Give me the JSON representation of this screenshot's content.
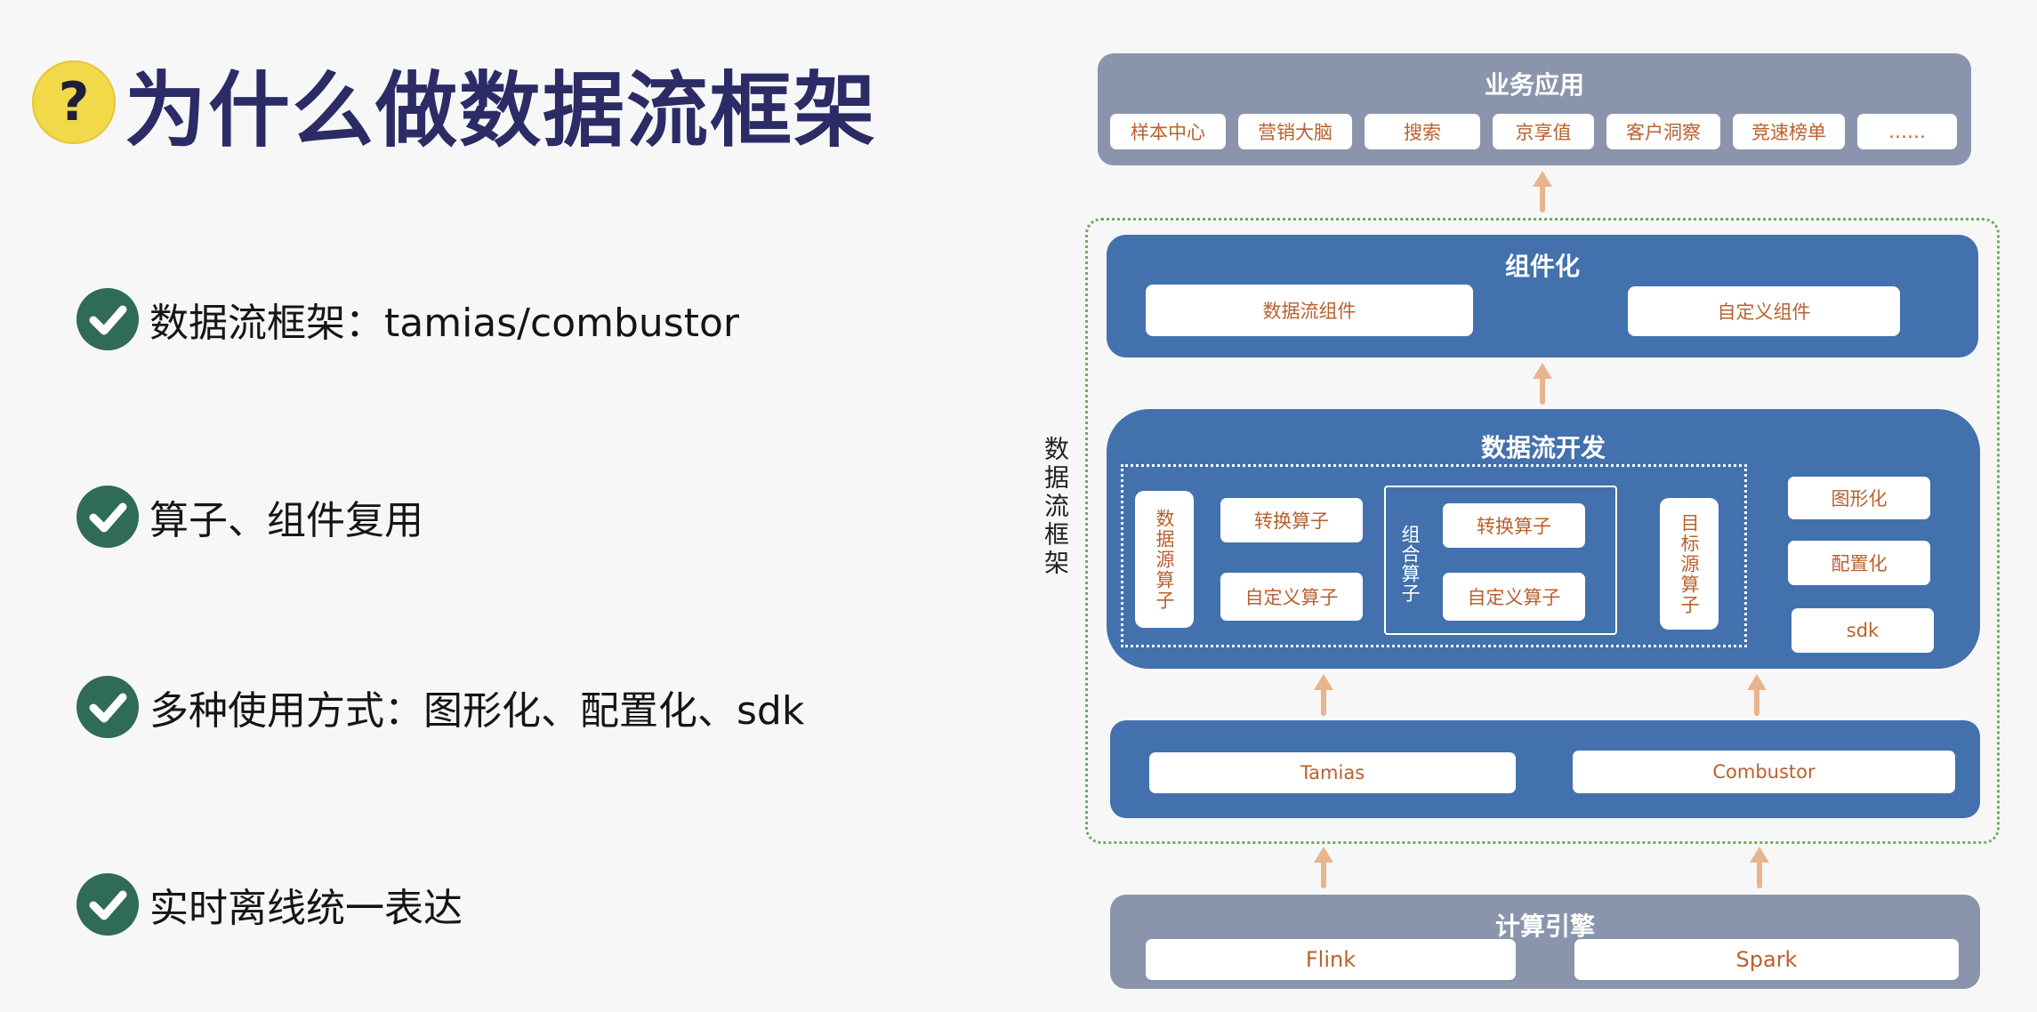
{
  "title": {
    "icon": "question-mark",
    "icon_glyph": "?",
    "text": "为什么做数据流框架"
  },
  "bullets": [
    {
      "icon": "check-icon",
      "text": "数据流框架：tamias/combustor"
    },
    {
      "icon": "check-icon",
      "text": "算子、组件复用"
    },
    {
      "icon": "check-icon",
      "text": "多种使用方式：图形化、配置化、sdk"
    },
    {
      "icon": "check-icon",
      "text": "实时离线统一表达"
    }
  ],
  "diagram": {
    "side_label": "数据流框架",
    "business": {
      "title": "业务应用",
      "items": [
        "样本中心",
        "营销大脑",
        "搜索",
        "京享值",
        "客户洞察",
        "竞速榜单",
        "……"
      ]
    },
    "componentization": {
      "title": "组件化",
      "items": [
        "数据流组件",
        "自定义组件"
      ]
    },
    "dataflow_dev": {
      "title": "数据流开发",
      "source_op": "数据源算子",
      "transform_op": "转换算子",
      "custom_op": "自定义算子",
      "combined_op": {
        "label": "组合算子",
        "transform": "转换算子",
        "custom": "自定义算子"
      },
      "target_op": "目标源算子",
      "modes": [
        "图形化",
        "配置化",
        "sdk"
      ]
    },
    "frameworks": {
      "items": [
        "Tamias",
        "Combustor"
      ]
    },
    "compute_engine": {
      "title": "计算引擎",
      "items": [
        "Flink",
        "Spark"
      ]
    }
  },
  "colors": {
    "primary_blue": "#4371ae",
    "slate": "#8a95ad",
    "chip_text": "#b8612f",
    "arrow": "#e8b48e",
    "check_green": "#2f6b55",
    "title_navy": "#2b2c66",
    "dotted_green": "#6fae5a"
  }
}
